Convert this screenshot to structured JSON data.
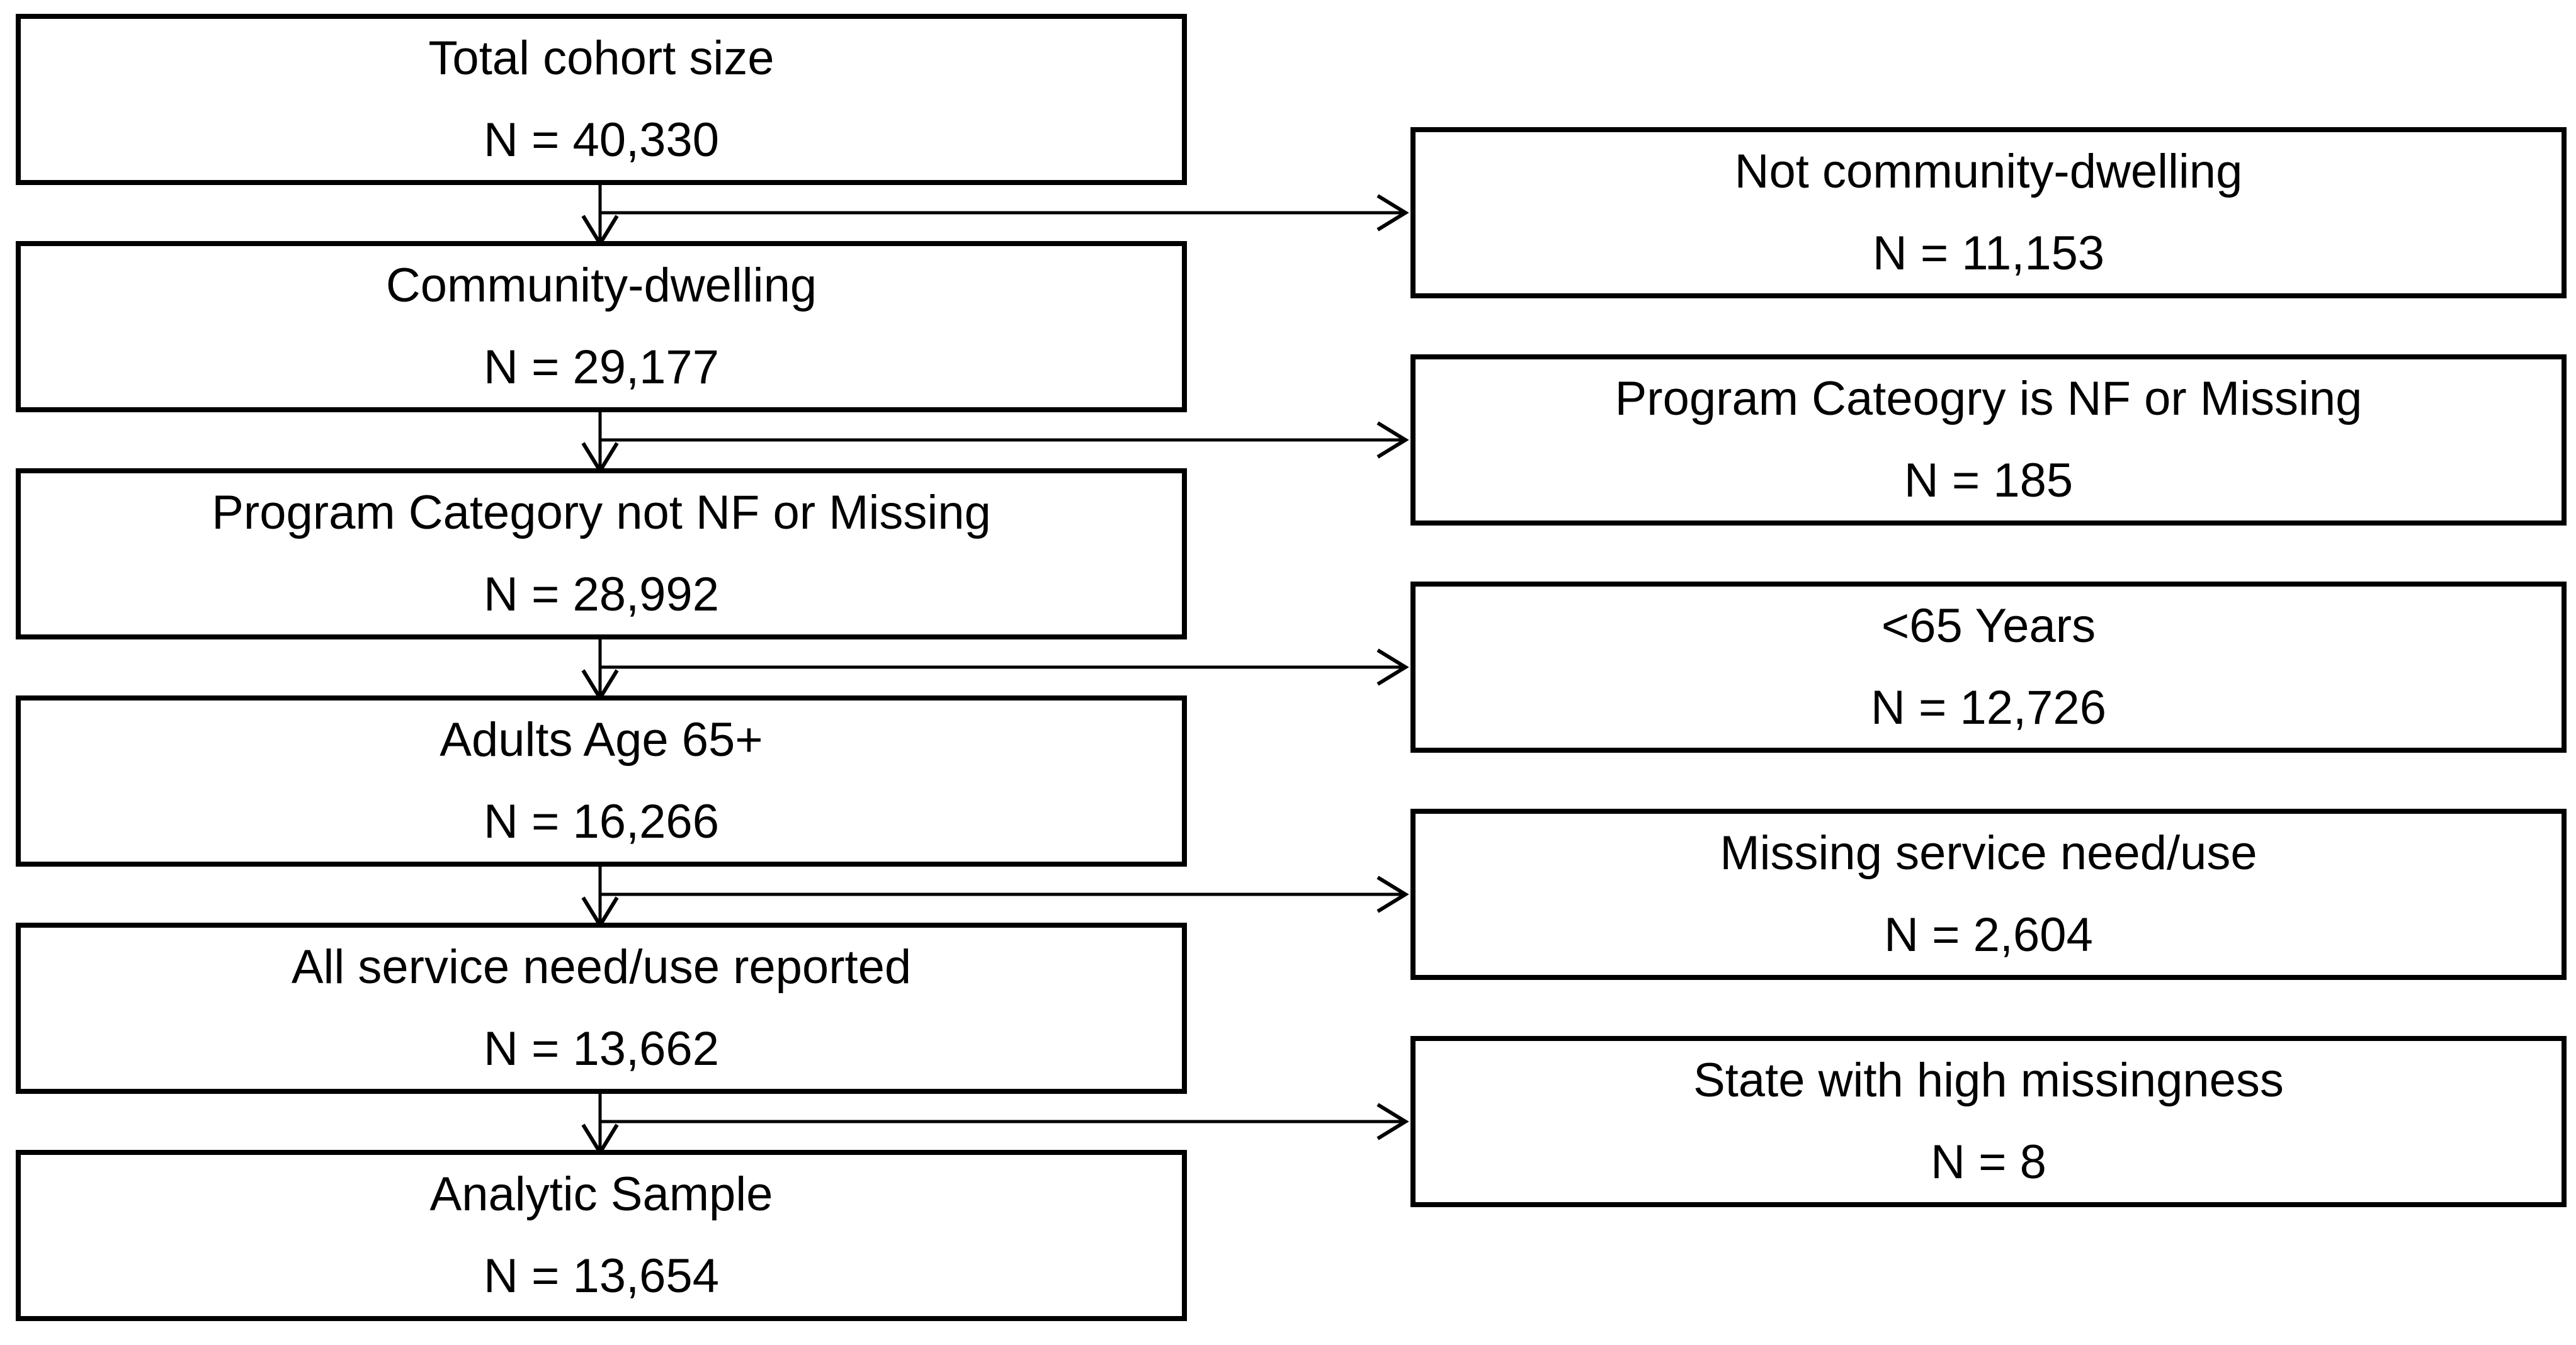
{
  "page": {
    "background": "#ffffff",
    "border_color": "#000000",
    "text_color": "#000000",
    "arrow_color": "#000000"
  },
  "flow": {
    "steps": [
      {
        "label": "Total cohort size",
        "n": "N = 40,330"
      },
      {
        "label": "Community-dwelling",
        "n": "N = 29,177"
      },
      {
        "label": "Program Category not NF or Missing",
        "n": "N = 28,992"
      },
      {
        "label": "Adults Age 65+",
        "n": "N = 16,266"
      },
      {
        "label": "All service need/use reported",
        "n": "N = 13,662"
      },
      {
        "label": "Analytic Sample",
        "n": "N = 13,654"
      }
    ],
    "exclusions": [
      {
        "label": "Not community-dwelling",
        "n": "N = 11,153"
      },
      {
        "label": "Program Cateogry is NF or Missing",
        "n": "N = 185"
      },
      {
        "label": "<65 Years",
        "n": "N = 12,726"
      },
      {
        "label": "Missing service need/use",
        "n": "N = 2,604"
      },
      {
        "label": "State with high missingness",
        "n": "N = 8"
      }
    ]
  }
}
